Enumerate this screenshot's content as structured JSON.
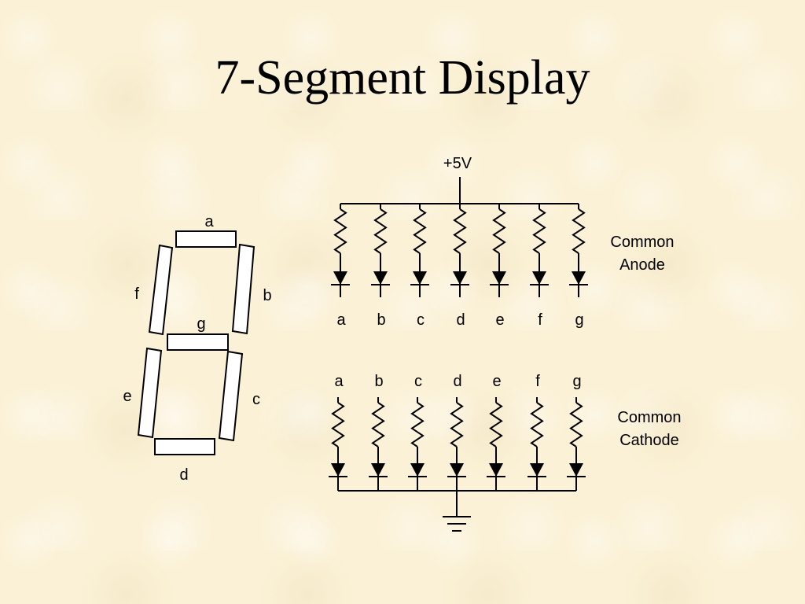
{
  "title": "7-Segment Display",
  "seven_segment": {
    "segments": [
      "a",
      "b",
      "c",
      "d",
      "e",
      "f",
      "g"
    ]
  },
  "common_anode": {
    "supply_label": "+5V",
    "label_line1": "Common",
    "label_line2": "Anode",
    "pins": [
      "a",
      "b",
      "c",
      "d",
      "e",
      "f",
      "g"
    ]
  },
  "common_cathode": {
    "label_line1": "Common",
    "label_line2": "Cathode",
    "pins": [
      "a",
      "b",
      "c",
      "d",
      "e",
      "f",
      "g"
    ]
  }
}
